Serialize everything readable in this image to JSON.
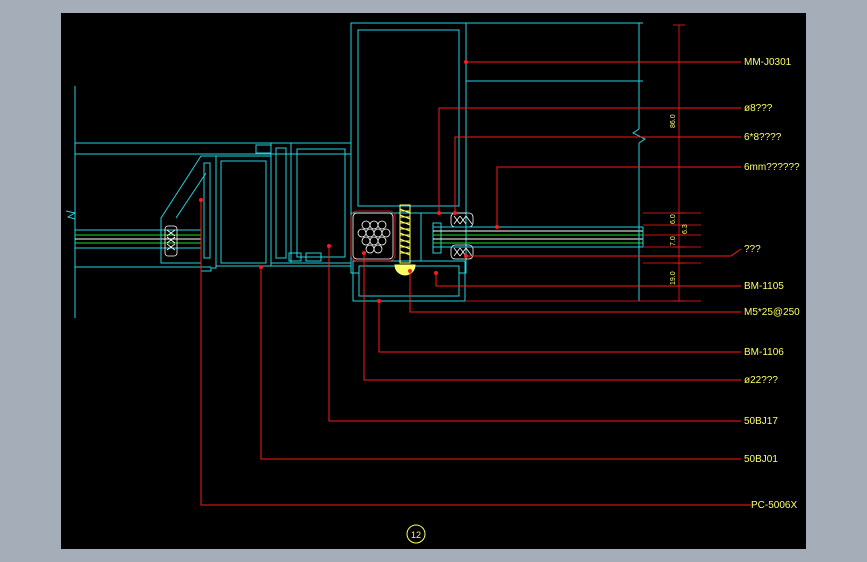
{
  "callouts": {
    "mm_j0301": "MM-J0301",
    "dia_8": "ø8???",
    "size_6x8": "6*8????",
    "glass_6mm": "6mm??????",
    "q3": "???",
    "bm_1105": "BM-1105",
    "m5_bolt": "M5*25@250",
    "bm_1106": "BM-1106",
    "dia_22": "ø22???",
    "p50bj17": "50BJ17",
    "p50bj01": "50BJ01",
    "pc_5006x": "PC-5006X"
  },
  "dimensions": {
    "d86": "86.0",
    "d6a": "6.0",
    "d63": "6.3",
    "d70": "7.0",
    "d19": "19.0"
  },
  "sheet": {
    "number": "12"
  },
  "colors": {
    "background": "#a5aeb8",
    "canvas": "#000000",
    "profile": "#22d3e0",
    "leader": "#ff1a1a",
    "text": "#ffff66",
    "glass": "#22dd22",
    "seal": "#ffffff"
  }
}
